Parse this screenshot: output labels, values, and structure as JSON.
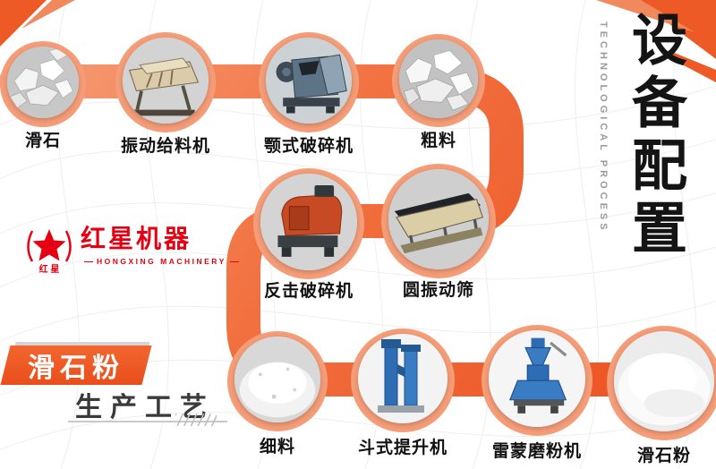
{
  "header": {
    "vertical_title_en": "TECHNOLOGICAL PROCESS",
    "vertical_title_cn": "设备配置"
  },
  "logo": {
    "brand_cn": "红星机器",
    "brand_en": "HONGXING MACHINERY",
    "emblem_caption": "红星",
    "emblem_icon": "red-star-laurel-icon"
  },
  "headline": {
    "line1": "滑石粉",
    "line2": "生产工艺"
  },
  "flow": {
    "steps": [
      {
        "label": "滑石",
        "type": "material-talc-ore"
      },
      {
        "label": "振动给料机",
        "type": "machine-vibrating-feeder"
      },
      {
        "label": "颚式破碎机",
        "type": "machine-jaw-crusher"
      },
      {
        "label": "粗料",
        "type": "material-coarse"
      },
      {
        "label": "反击破碎机",
        "type": "machine-impact-crusher"
      },
      {
        "label": "圆振动筛",
        "type": "machine-circular-vibrating-screen"
      },
      {
        "label": "细料",
        "type": "material-fine"
      },
      {
        "label": "斗式提升机",
        "type": "machine-bucket-elevator"
      },
      {
        "label": "雷蒙磨粉机",
        "type": "machine-raymond-mill"
      },
      {
        "label": "滑石粉",
        "type": "material-talc-powder"
      }
    ]
  },
  "colors": {
    "accent_orange": "#ee5a25",
    "halo_salmon": "#f59d78",
    "brand_red": "#e60012",
    "text_dark": "#121212",
    "muted_gray": "#9b9b9b"
  }
}
